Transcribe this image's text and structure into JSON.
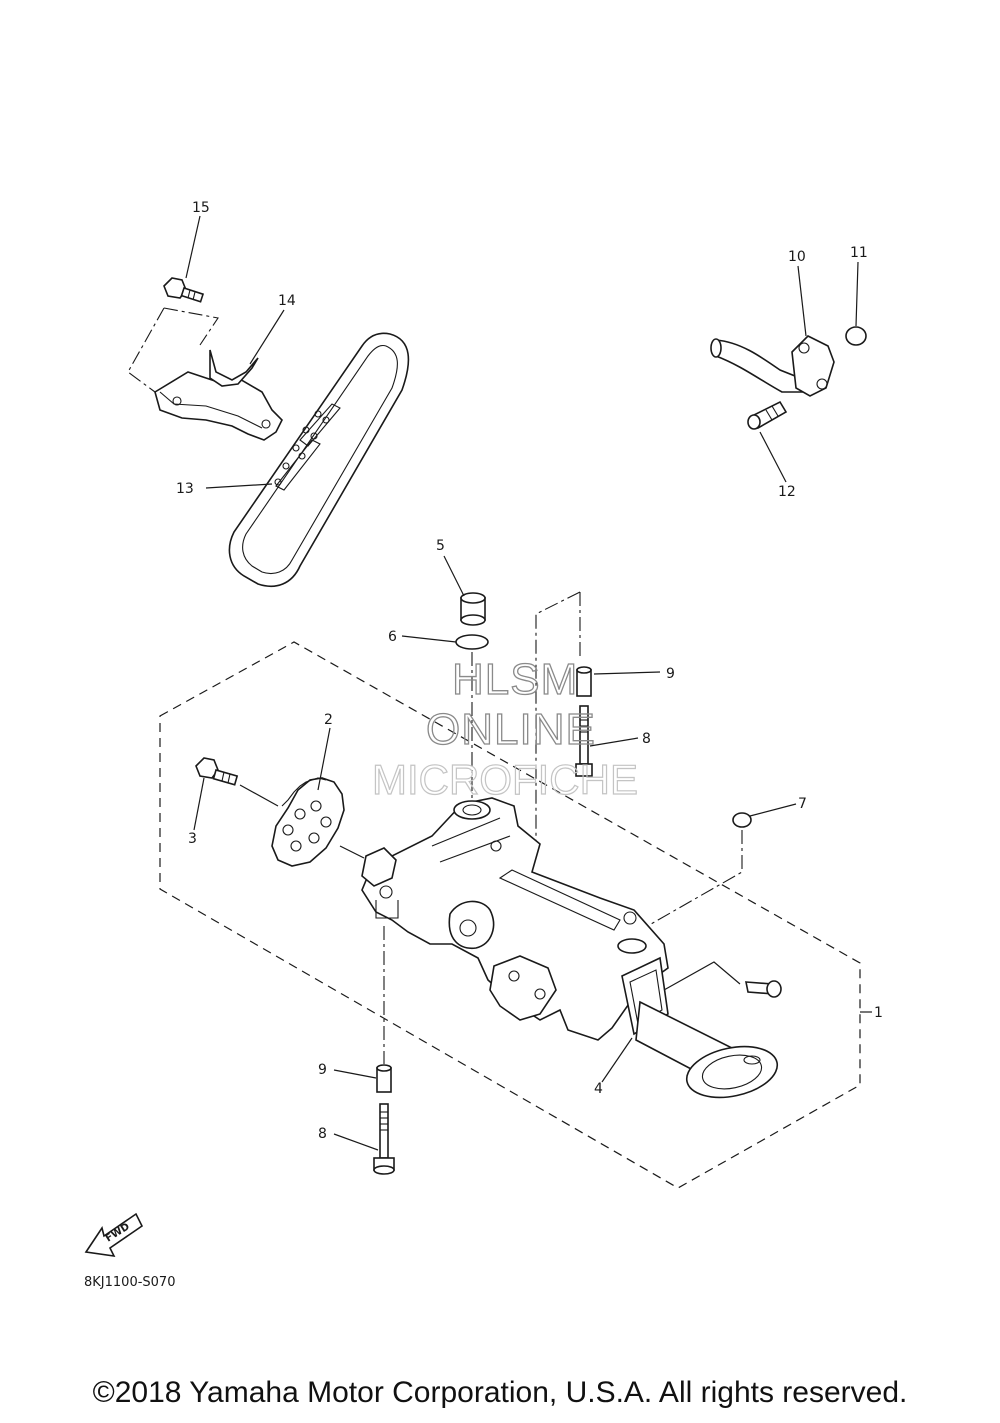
{
  "callouts": {
    "c1": "1",
    "c2": "2",
    "c3": "3",
    "c4": "4",
    "c5": "5",
    "c6": "6",
    "c7": "7",
    "c8a": "8",
    "c8b": "8",
    "c9a": "9",
    "c9b": "9",
    "c10": "10",
    "c11": "11",
    "c12": "12",
    "c13": "13",
    "c14": "14",
    "c15": "15"
  },
  "watermark": {
    "line1": "HLSM",
    "line2": "ONLINE",
    "line3": "MICROFICHE"
  },
  "fwd_label": "FWD",
  "figure_code": "8KJ1100-S070",
  "copyright": "©2018 Yamaha Motor Corporation, U.S.A. All rights reserved."
}
